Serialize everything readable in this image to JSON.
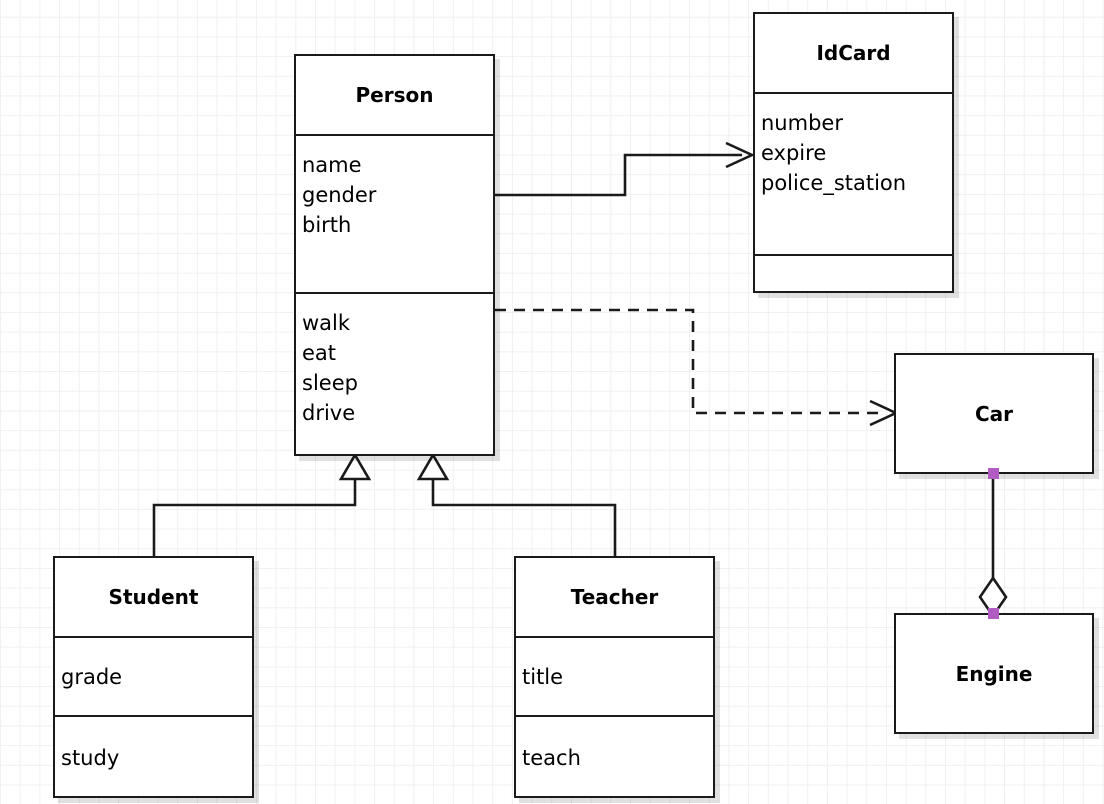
{
  "diagram": {
    "kind": "uml-class-diagram",
    "background": "#ffffff",
    "grid_color": "#f0f0f0",
    "line_color": "#1a1a1a",
    "handle_color": "#b05cc0"
  },
  "classes": {
    "person": {
      "name": "Person",
      "attributes": [
        "name",
        "gender",
        "birth"
      ],
      "methods": [
        "walk",
        "eat",
        "sleep",
        "drive"
      ]
    },
    "idcard": {
      "name": "IdCard",
      "attributes": [
        "number",
        "expire",
        "police_station"
      ],
      "methods": []
    },
    "student": {
      "name": "Student",
      "attributes": [
        "grade"
      ],
      "methods": [
        "study"
      ]
    },
    "teacher": {
      "name": "Teacher",
      "attributes": [
        "title"
      ],
      "methods": [
        "teach"
      ]
    },
    "car": {
      "name": "Car",
      "attributes": [],
      "methods": []
    },
    "engine": {
      "name": "Engine",
      "attributes": [],
      "methods": []
    }
  },
  "relationships": [
    {
      "id": "person-idcard",
      "type": "association",
      "from": "Person",
      "to": "IdCard",
      "arrowhead": "open-arrow",
      "style": "solid"
    },
    {
      "id": "person-car",
      "type": "dependency",
      "from": "Person",
      "to": "Car",
      "arrowhead": "open-arrow",
      "style": "dashed"
    },
    {
      "id": "student-person",
      "type": "generalization",
      "from": "Student",
      "to": "Person",
      "arrowhead": "hollow-triangle",
      "style": "solid"
    },
    {
      "id": "teacher-person",
      "type": "generalization",
      "from": "Teacher",
      "to": "Person",
      "arrowhead": "hollow-triangle",
      "style": "solid"
    },
    {
      "id": "car-engine",
      "type": "aggregation",
      "from": "Car",
      "to": "Engine",
      "arrowhead": "hollow-diamond",
      "style": "solid"
    }
  ]
}
